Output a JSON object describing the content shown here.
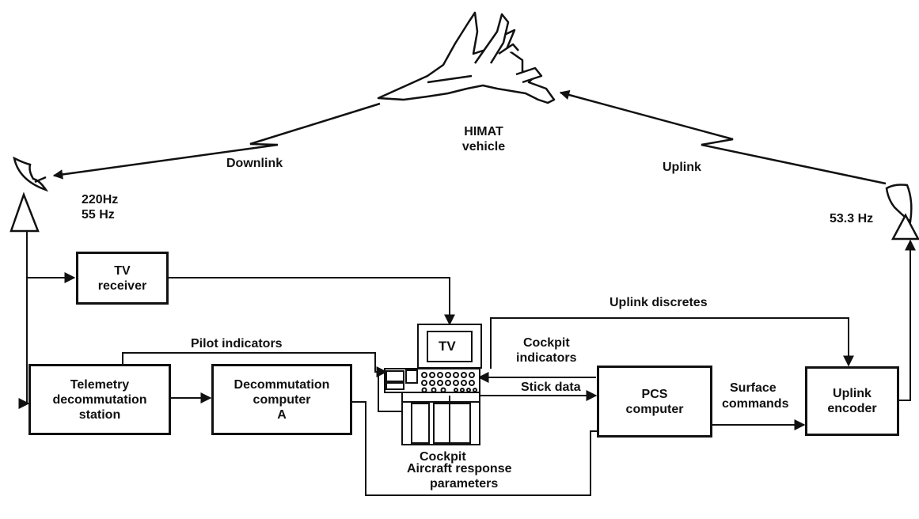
{
  "diagram": {
    "vehicle": {
      "line1": "HIMAT",
      "line2": "vehicle"
    },
    "links": {
      "downlink": "Downlink",
      "uplink": "Uplink",
      "downlink_freq1": "220Hz",
      "downlink_freq2": "55 Hz",
      "uplink_freq": "53.3 Hz"
    },
    "blocks": {
      "tv_receiver": {
        "line1": "TV",
        "line2": "receiver"
      },
      "telemetry": {
        "line1": "Telemetry",
        "line2": "decommutation",
        "line3": "station"
      },
      "decom_computer": {
        "line1": "Decommutation",
        "line2": "computer",
        "line3": "A"
      },
      "pcs_computer": {
        "line1": "PCS",
        "line2": "computer"
      },
      "uplink_encoder": {
        "line1": "Uplink",
        "line2": "encoder"
      }
    },
    "cockpit": {
      "label": "Cockpit",
      "tv": "TV"
    },
    "signals": {
      "pilot_indicators": "Pilot indicators",
      "uplink_discretes": "Uplink discretes",
      "cockpit_indicators_1": "Cockpit",
      "cockpit_indicators_2": "indicators",
      "stick_data": "Stick data",
      "surface_commands_1": "Surface",
      "surface_commands_2": "commands",
      "aircraft_response_1": "Aircraft response",
      "aircraft_response_2": "parameters"
    }
  }
}
